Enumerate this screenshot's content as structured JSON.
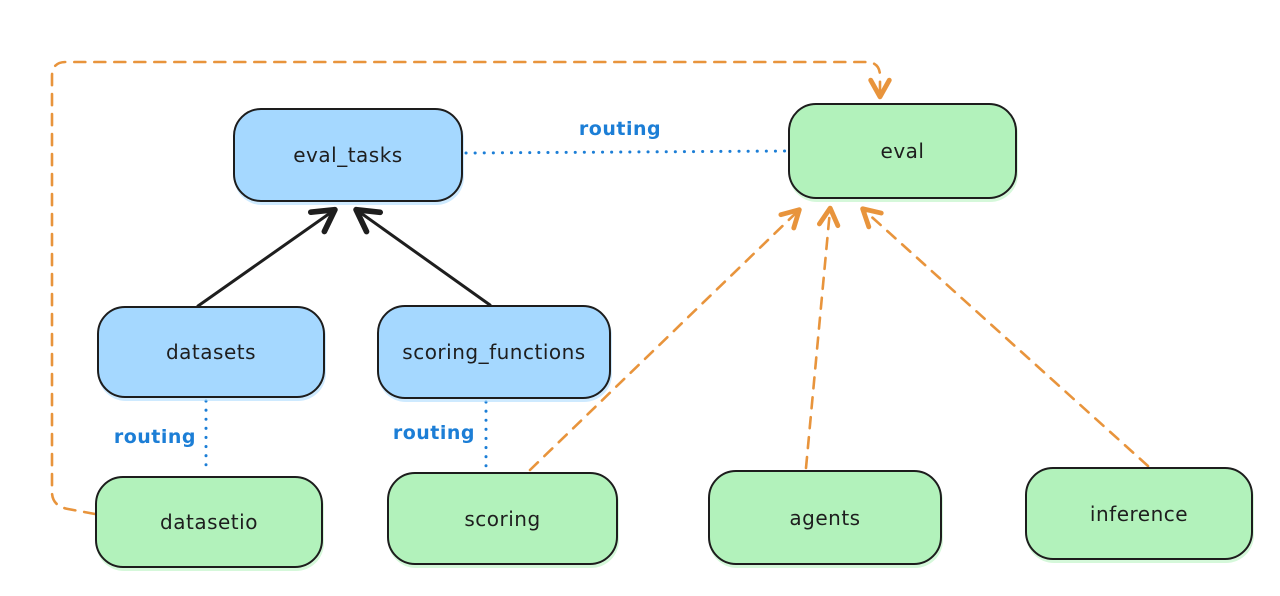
{
  "diagram": {
    "background": "#ffffff",
    "colors": {
      "api_box_fill": "#a5d8ff",
      "provider_box_fill": "#b2f2bb",
      "box_stroke": "#1e1e1e",
      "routing_color": "#1c7ed6",
      "dashed_arrow_color": "#e8943c",
      "solid_arrow_color": "#1e1e1e"
    },
    "nodes": [
      {
        "id": "eval_tasks",
        "label": "eval_tasks",
        "fill": "blue"
      },
      {
        "id": "eval",
        "label": "eval",
        "fill": "green"
      },
      {
        "id": "datasets",
        "label": "datasets",
        "fill": "blue"
      },
      {
        "id": "scoring_functions",
        "label": "scoring_functions",
        "fill": "blue"
      },
      {
        "id": "datasetio",
        "label": "datasetio",
        "fill": "green"
      },
      {
        "id": "scoring",
        "label": "scoring",
        "fill": "green"
      },
      {
        "id": "agents",
        "label": "agents",
        "fill": "green"
      },
      {
        "id": "inference",
        "label": "inference",
        "fill": "green"
      }
    ],
    "edges": [
      {
        "from": "datasets",
        "to": "eval_tasks",
        "style": "solid",
        "color": "black",
        "arrow": true
      },
      {
        "from": "scoring_functions",
        "to": "eval_tasks",
        "style": "solid",
        "color": "black",
        "arrow": true
      },
      {
        "from": "eval_tasks",
        "to": "eval",
        "style": "dotted",
        "color": "blue",
        "label": "routing"
      },
      {
        "from": "datasets",
        "to": "datasetio",
        "style": "dotted",
        "color": "blue",
        "label": "routing"
      },
      {
        "from": "scoring_functions",
        "to": "scoring",
        "style": "dotted",
        "color": "blue",
        "label": "routing"
      },
      {
        "from": "datasetio",
        "to": "eval",
        "style": "dashed",
        "color": "orange",
        "arrow": true
      },
      {
        "from": "scoring",
        "to": "eval",
        "style": "dashed",
        "color": "orange",
        "arrow": true
      },
      {
        "from": "agents",
        "to": "eval",
        "style": "dashed",
        "color": "orange",
        "arrow": true
      },
      {
        "from": "inference",
        "to": "eval",
        "style": "dashed",
        "color": "orange",
        "arrow": true
      }
    ]
  }
}
